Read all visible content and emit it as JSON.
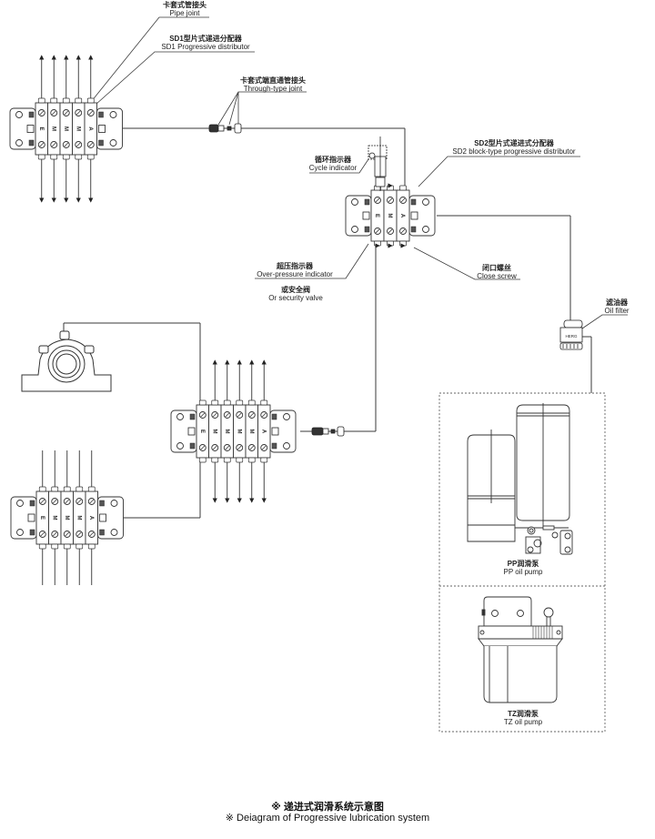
{
  "diagram": {
    "title_cn": "※  递进式润滑系统示意图",
    "title_en": "※  Deiagram of Progressive lubrication system",
    "colors": {
      "line": "#3a3a3a",
      "dashed": "#666666"
    },
    "labels": {
      "pipe_joint": {
        "cn": "卡套式管接头",
        "en": "Pipe joint"
      },
      "sd1": {
        "cn": "SD1型片式递进分配器",
        "en": "SD1 Progressive distributor"
      },
      "through_joint": {
        "cn": "卡套式端直通管接头",
        "en": "Through-type joint"
      },
      "cycle_indicator": {
        "cn": "循环指示器",
        "en": "Cycle indicator"
      },
      "sd2": {
        "cn": "SD2型片式递进式分配器",
        "en": "SD2 block-type progressive distributor"
      },
      "over_pressure": {
        "cn": "超压指示器",
        "en": "Over-pressure indicator"
      },
      "security_valve": {
        "cn": "或安全阀",
        "en": "Or security valve"
      },
      "close_screw": {
        "cn": "闭口螺丝",
        "en": "Close screw"
      },
      "oil_filter": {
        "cn": "滤油器",
        "en": "Oil filter"
      },
      "pp_pump": {
        "cn": "PP润滑泵",
        "en": "PP oil pump"
      },
      "tz_pump": {
        "cn": "TZ润滑泵",
        "en": "TZ oil pump"
      }
    },
    "filter_text": "HERG",
    "distributors": {
      "sd1_top": {
        "sections": [
          "E",
          "M",
          "M",
          "M",
          "A"
        ]
      },
      "sd2": {
        "sections": [
          "E",
          "M",
          "A"
        ]
      },
      "main_mid": {
        "sections": [
          "E",
          "M",
          "M",
          "M",
          "M",
          "A"
        ]
      },
      "sd1_bottom": {
        "sections": [
          "E",
          "M",
          "M",
          "M",
          "A"
        ]
      }
    }
  }
}
